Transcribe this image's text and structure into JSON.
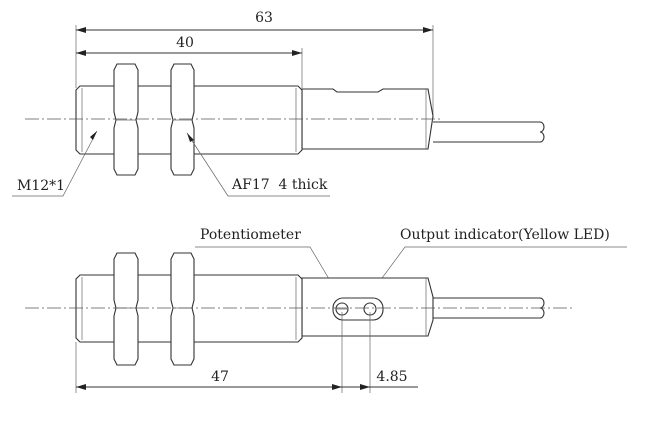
{
  "top_view": {
    "dim_total": "63",
    "dim_thread": "40",
    "thread_label": "M12*1",
    "nut_label": "AF17  4 thick"
  },
  "bottom_view": {
    "potentiometer_label": "Potentiometer",
    "indicator_label": "Output indicator(Yellow LED)",
    "dim_pot": "47",
    "dim_led_offset": "4.85"
  }
}
